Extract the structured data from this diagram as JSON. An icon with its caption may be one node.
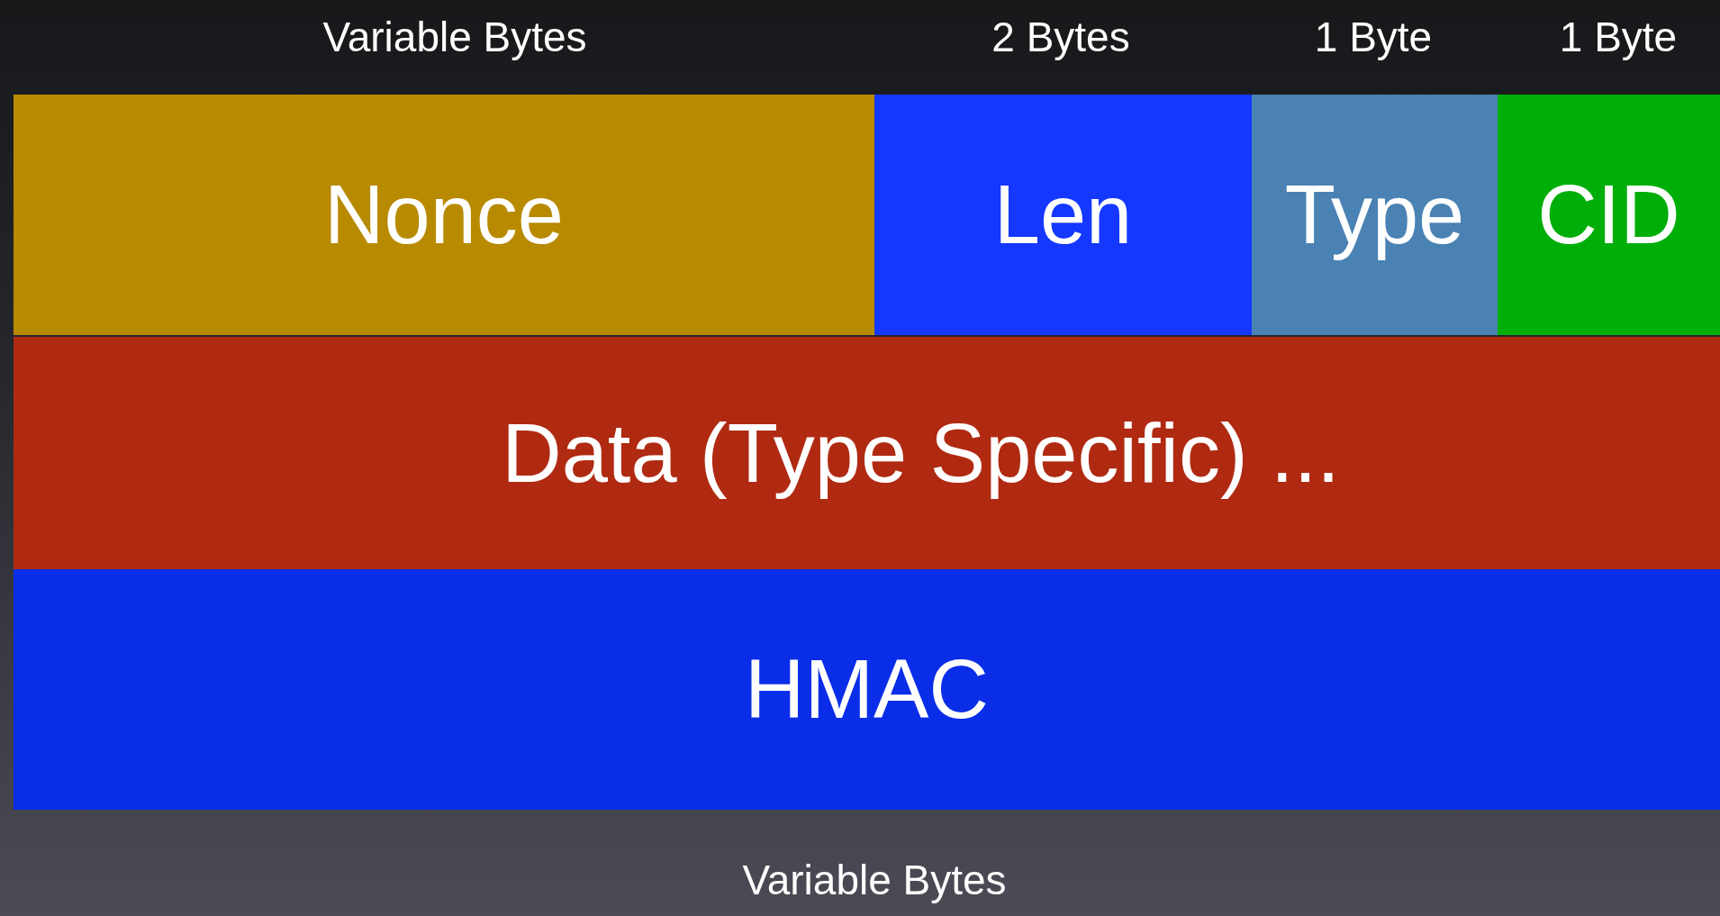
{
  "diagram": {
    "nodes": [
      {
        "text": [
          "Nonce"
        ],
        "beside": [
          "Variable Bytes"
        ]
      },
      {
        "text": [
          "Len"
        ],
        "beside": [
          "2 Bytes"
        ]
      },
      {
        "text": [
          "Type"
        ],
        "beside": [
          "1 Byte"
        ]
      },
      {
        "text": [
          "CID"
        ],
        "beside": [
          "1 Byte"
        ]
      },
      {
        "text": [
          "Data (Type Specific) ..."
        ]
      },
      {
        "text": [
          "HMAC"
        ],
        "beside": [
          "Variable Bytes"
        ]
      }
    ]
  }
}
